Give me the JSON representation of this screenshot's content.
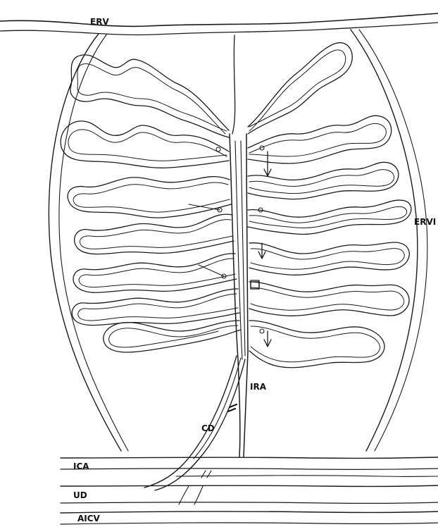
{
  "labels": {
    "erv": "ERV",
    "ervi": "ERVI",
    "ira": "IRA",
    "cd": "CD",
    "ica": "ICA",
    "ud": "UD",
    "aicv": "AICV"
  },
  "colors": {
    "ink": "#1a1a1a",
    "background": "#ffffff"
  }
}
